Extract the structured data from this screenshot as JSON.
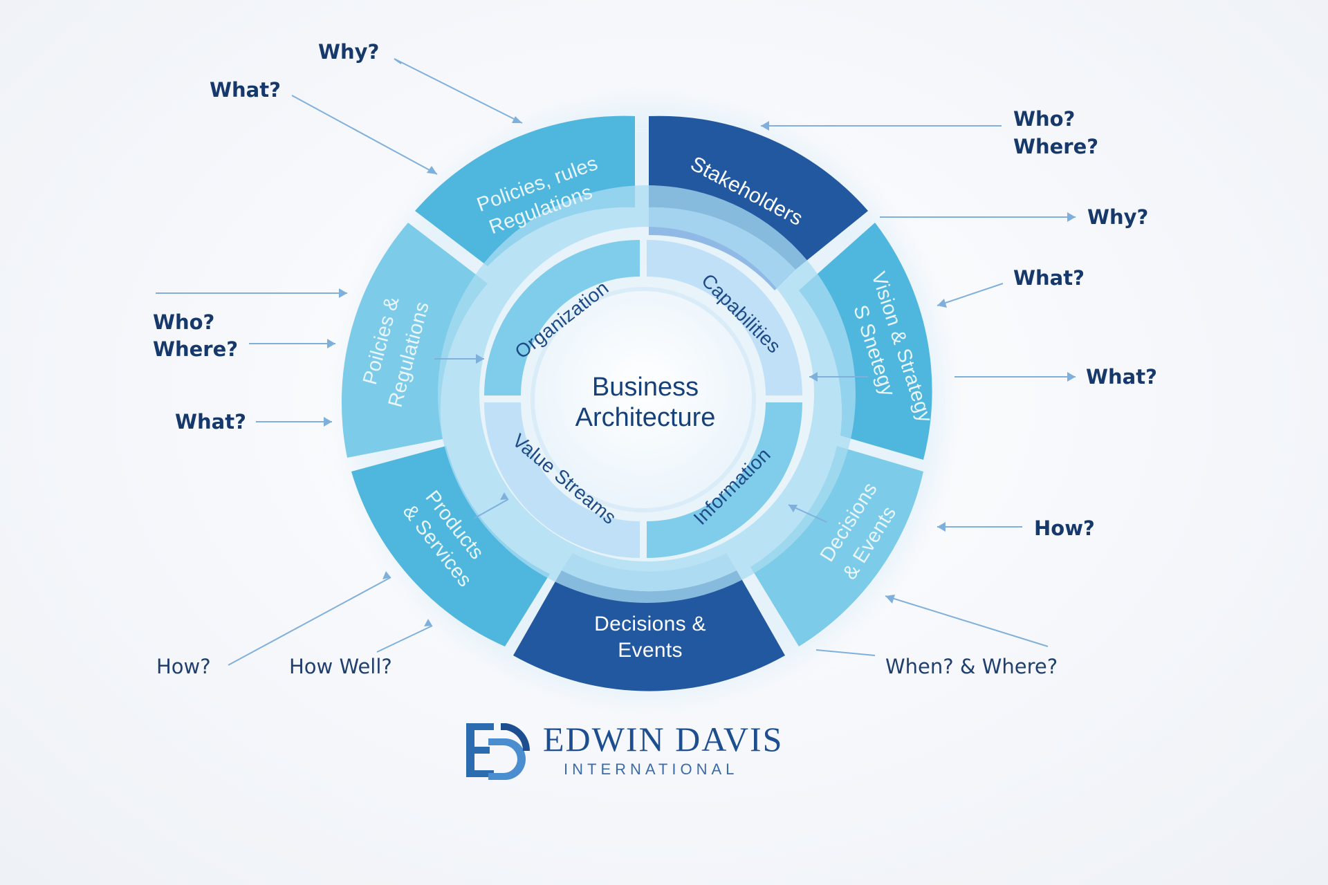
{
  "center": {
    "line1": "Business",
    "line2": "Architecture"
  },
  "inner_segments": {
    "organization": "Organization",
    "capabilities": "Capabilities",
    "value_streams": "Value Streams",
    "information": "Information"
  },
  "outer_segments": {
    "policies_top": {
      "line1": "Policies, rules",
      "line2": "Regulations"
    },
    "stakeholders": {
      "line1": "Stakeholders"
    },
    "vision_strategy": {
      "line1": "Vision & Strategy",
      "line2": "S Snetegy"
    },
    "decisions_events_right": {
      "line1": "Decisions",
      "line2": "& Events"
    },
    "decisions_events_bottom": {
      "line1": "Decisions &",
      "line2": "Events"
    },
    "products_services": {
      "line1": "Products",
      "line2": "& Services"
    },
    "policies_left": {
      "line1": "Poilcies &",
      "line2": "Regulations"
    }
  },
  "questions": {
    "why_top": "Why?",
    "what_top": "What?",
    "who_right_1": "Who?",
    "where_right_1": "Where?",
    "why_right": "Why?",
    "what_right_1": "What?",
    "what_right_2": "What?",
    "how_right": "How?",
    "when_where": "When? & Where?",
    "how_well": "How Well?",
    "how_left": "How?",
    "what_left": "What?",
    "who_left": "Who?",
    "where_left": "Where?"
  },
  "brand": {
    "name": "EDWIN DAVIS",
    "subtitle": "INTERNATIONAL"
  },
  "colors": {
    "dark_blue": "#22589f",
    "medium_blue": "#4fb6de",
    "light_blue": "#7ccbe8",
    "inner_fill": "#b9dcf2",
    "text_dark": "#16386a",
    "arrow": "#7fb0dc"
  }
}
